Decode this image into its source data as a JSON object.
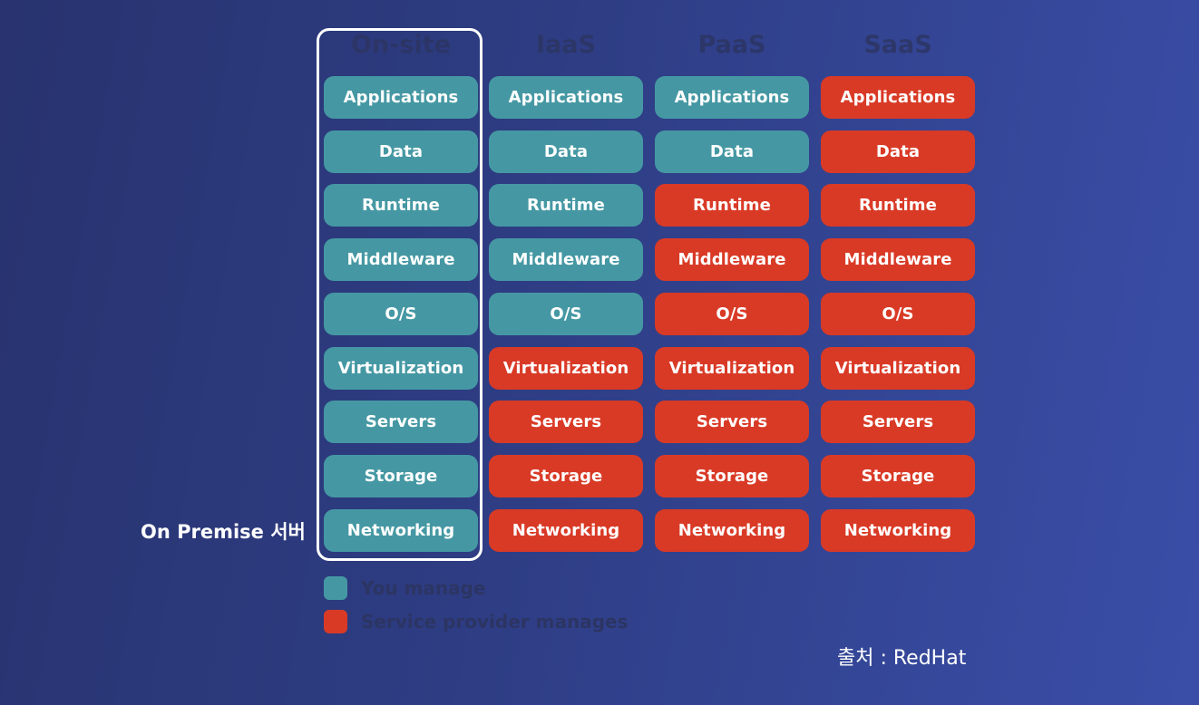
{
  "colors": {
    "you_manage": "#4598a3",
    "provider_manages": "#d93a26"
  },
  "columns": [
    {
      "header": "On-site",
      "cells": [
        {
          "label": "Applications",
          "managed_by": "you"
        },
        {
          "label": "Data",
          "managed_by": "you"
        },
        {
          "label": "Runtime",
          "managed_by": "you"
        },
        {
          "label": "Middleware",
          "managed_by": "you"
        },
        {
          "label": "O/S",
          "managed_by": "you"
        },
        {
          "label": "Virtualization",
          "managed_by": "you"
        },
        {
          "label": "Servers",
          "managed_by": "you"
        },
        {
          "label": "Storage",
          "managed_by": "you"
        },
        {
          "label": "Networking",
          "managed_by": "you"
        }
      ]
    },
    {
      "header": "IaaS",
      "cells": [
        {
          "label": "Applications",
          "managed_by": "you"
        },
        {
          "label": "Data",
          "managed_by": "you"
        },
        {
          "label": "Runtime",
          "managed_by": "you"
        },
        {
          "label": "Middleware",
          "managed_by": "you"
        },
        {
          "label": "O/S",
          "managed_by": "you"
        },
        {
          "label": "Virtualization",
          "managed_by": "provider"
        },
        {
          "label": "Servers",
          "managed_by": "provider"
        },
        {
          "label": "Storage",
          "managed_by": "provider"
        },
        {
          "label": "Networking",
          "managed_by": "provider"
        }
      ]
    },
    {
      "header": "PaaS",
      "cells": [
        {
          "label": "Applications",
          "managed_by": "you"
        },
        {
          "label": "Data",
          "managed_by": "you"
        },
        {
          "label": "Runtime",
          "managed_by": "provider"
        },
        {
          "label": "Middleware",
          "managed_by": "provider"
        },
        {
          "label": "O/S",
          "managed_by": "provider"
        },
        {
          "label": "Virtualization",
          "managed_by": "provider"
        },
        {
          "label": "Servers",
          "managed_by": "provider"
        },
        {
          "label": "Storage",
          "managed_by": "provider"
        },
        {
          "label": "Networking",
          "managed_by": "provider"
        }
      ]
    },
    {
      "header": "SaaS",
      "cells": [
        {
          "label": "Applications",
          "managed_by": "provider"
        },
        {
          "label": "Data",
          "managed_by": "provider"
        },
        {
          "label": "Runtime",
          "managed_by": "provider"
        },
        {
          "label": "Middleware",
          "managed_by": "provider"
        },
        {
          "label": "O/S",
          "managed_by": "provider"
        },
        {
          "label": "Virtualization",
          "managed_by": "provider"
        },
        {
          "label": "Servers",
          "managed_by": "provider"
        },
        {
          "label": "Storage",
          "managed_by": "provider"
        },
        {
          "label": "Networking",
          "managed_by": "provider"
        }
      ]
    }
  ],
  "annotation": "On Premise 서버",
  "legend": [
    {
      "key": "you",
      "label": "You manage"
    },
    {
      "key": "provider",
      "label": "Service provider manages"
    }
  ],
  "source": "출처 : RedHat"
}
